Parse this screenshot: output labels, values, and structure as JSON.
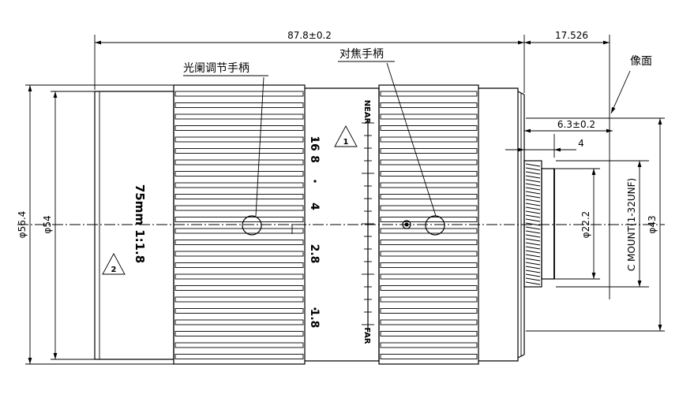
{
  "dimensions": {
    "overall_length": "87.8±0.2",
    "back_focal": "17.526",
    "image_plane": "像面",
    "flange": "6.3±0.2",
    "thread_step": "4",
    "diameter_outer": "φ56.4",
    "diameter_inner": "φ54",
    "diameter_mount": "φ43",
    "diameter_rear": "φ22.2",
    "mount_thread": "C MOUNT(1-32UNF)"
  },
  "labels": {
    "iris_ring": "光阑调节手柄",
    "focus_ring": "对焦手柄",
    "lens_model": "75mm 1:1.8",
    "warning_1": "1",
    "warning_2": "2"
  },
  "scale": {
    "near": "NEAR",
    "far": "FAR",
    "aperture_values": [
      "16",
      "8",
      "4",
      "2.8",
      "1.8"
    ]
  }
}
